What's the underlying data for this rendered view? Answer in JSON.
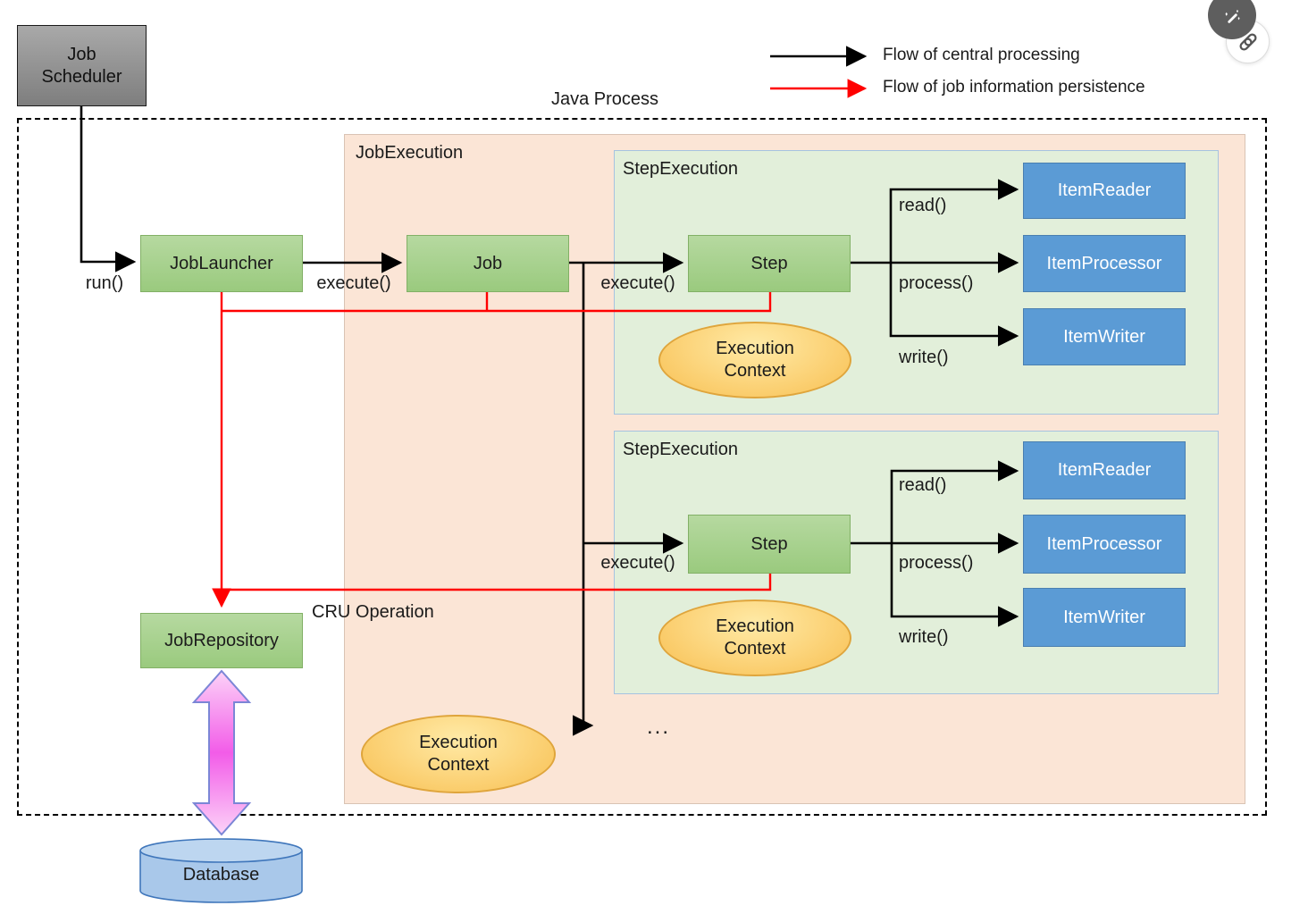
{
  "outer_label": "Java Process",
  "legend": {
    "central": "Flow of central processing",
    "persistence": "Flow of job information persistence"
  },
  "containers": {
    "job_execution": "JobExecution",
    "step_execution_1": "StepExecution",
    "step_execution_2": "StepExecution"
  },
  "nodes": {
    "job_scheduler": "Job Scheduler",
    "job_launcher": "JobLauncher",
    "job": "Job",
    "step_1": "Step",
    "step_2": "Step",
    "item_reader_1": "ItemReader",
    "item_processor_1": "ItemProcessor",
    "item_writer_1": "ItemWriter",
    "item_reader_2": "ItemReader",
    "item_processor_2": "ItemProcessor",
    "item_writer_2": "ItemWriter",
    "job_repository": "JobRepository",
    "database": "Database",
    "execution_context_1": "Execution Context",
    "execution_context_2": "Execution Context",
    "execution_context_3": "Execution Context"
  },
  "edge_labels": {
    "run": "run()",
    "execute_job": "execute()",
    "execute_step_1": "execute()",
    "execute_step_2": "execute()",
    "read_1": "read()",
    "process_1": "process()",
    "write_1": "write()",
    "read_2": "read()",
    "process_2": "process()",
    "write_2": "write()",
    "cru_operation": "CRU Operation",
    "continuation": "..."
  },
  "toolbar": {
    "wand_icon": "magic-wand",
    "link_icon": "link"
  },
  "colors": {
    "black_flow": "#000000",
    "red_flow": "#ff0000",
    "green_fill_top": "#b6d9a0",
    "green_fill_bottom": "#9aca7e",
    "green_border": "#82b066",
    "blue_fill": "#5b9bd5",
    "blue_border": "#4a7fb0",
    "peach_fill": "#fbe5d6",
    "peach_border": "#d9c3b4",
    "stepexec_fill": "#e2efda",
    "stepexec_border": "#a6c3e0",
    "ellipse_fill_top": "#ffeaa6",
    "ellipse_fill_bottom": "#f9c45b",
    "ellipse_border": "#dfa53c",
    "gray_fill_top": "#a9a9a9",
    "gray_fill_bottom": "#7e7e7e",
    "gray_border": "#1a1a1a",
    "db_fill": "#a9c8ea",
    "db_top_fill": "#bdd6f0",
    "db_border": "#3f76bb",
    "pink_light": "#fcd3f8",
    "pink_dark": "#f25ce8",
    "pink_border": "#7b86d6"
  }
}
